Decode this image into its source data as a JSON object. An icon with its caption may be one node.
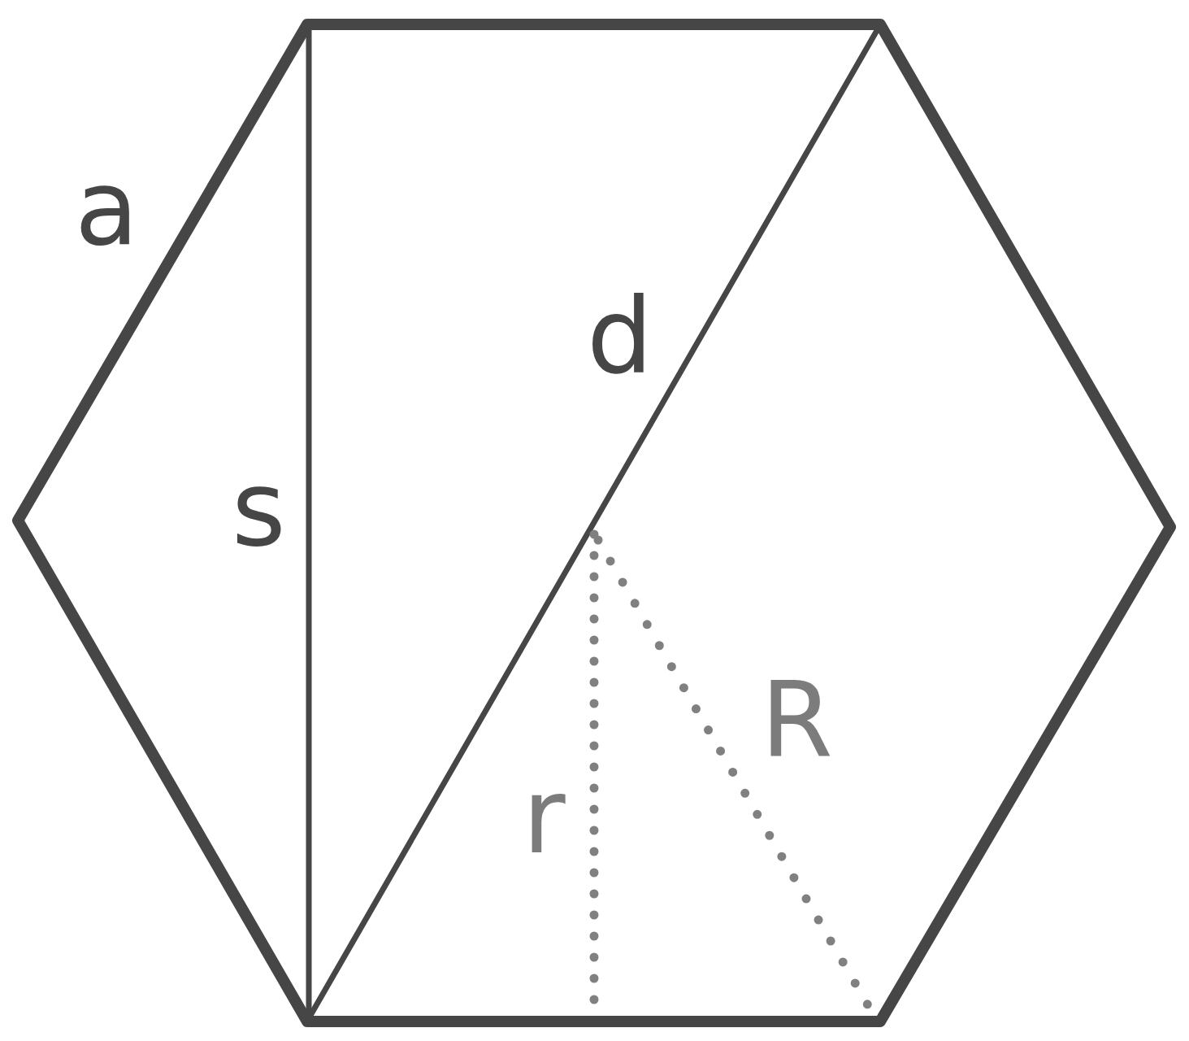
{
  "diagram": {
    "labels": [
      "a",
      "d",
      "s",
      "R",
      "r"
    ]
  }
}
